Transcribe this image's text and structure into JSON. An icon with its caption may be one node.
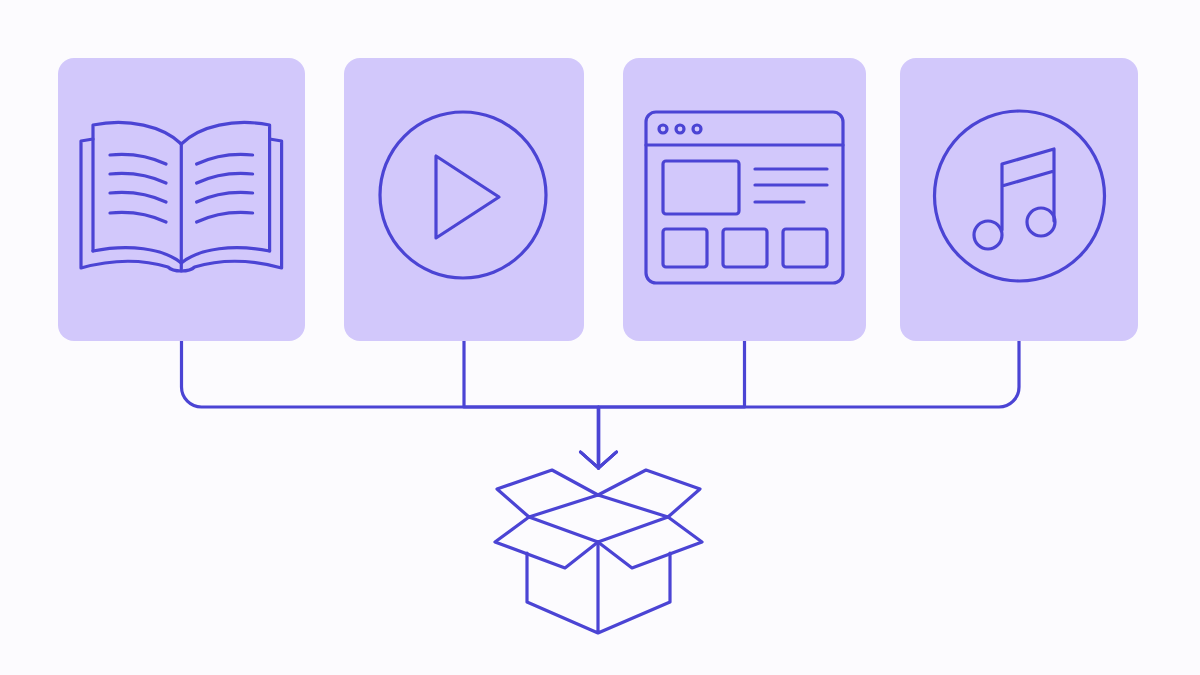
{
  "diagram": {
    "nodes": [
      {
        "text": [],
        "shape": "picture"
      },
      {
        "text": [],
        "shape": "picture"
      },
      {
        "text": [],
        "shape": "picture"
      },
      {
        "text": [],
        "shape": "picture"
      },
      {
        "text": [],
        "shape": "picture"
      }
    ],
    "edges": [
      {
        "from": 0,
        "to": 4,
        "arrow": "to"
      },
      {
        "from": 1,
        "to": 4,
        "arrow": "to"
      },
      {
        "from": 2,
        "to": 4,
        "arrow": "to"
      },
      {
        "from": 3,
        "to": 4,
        "arrow": "to"
      }
    ]
  }
}
